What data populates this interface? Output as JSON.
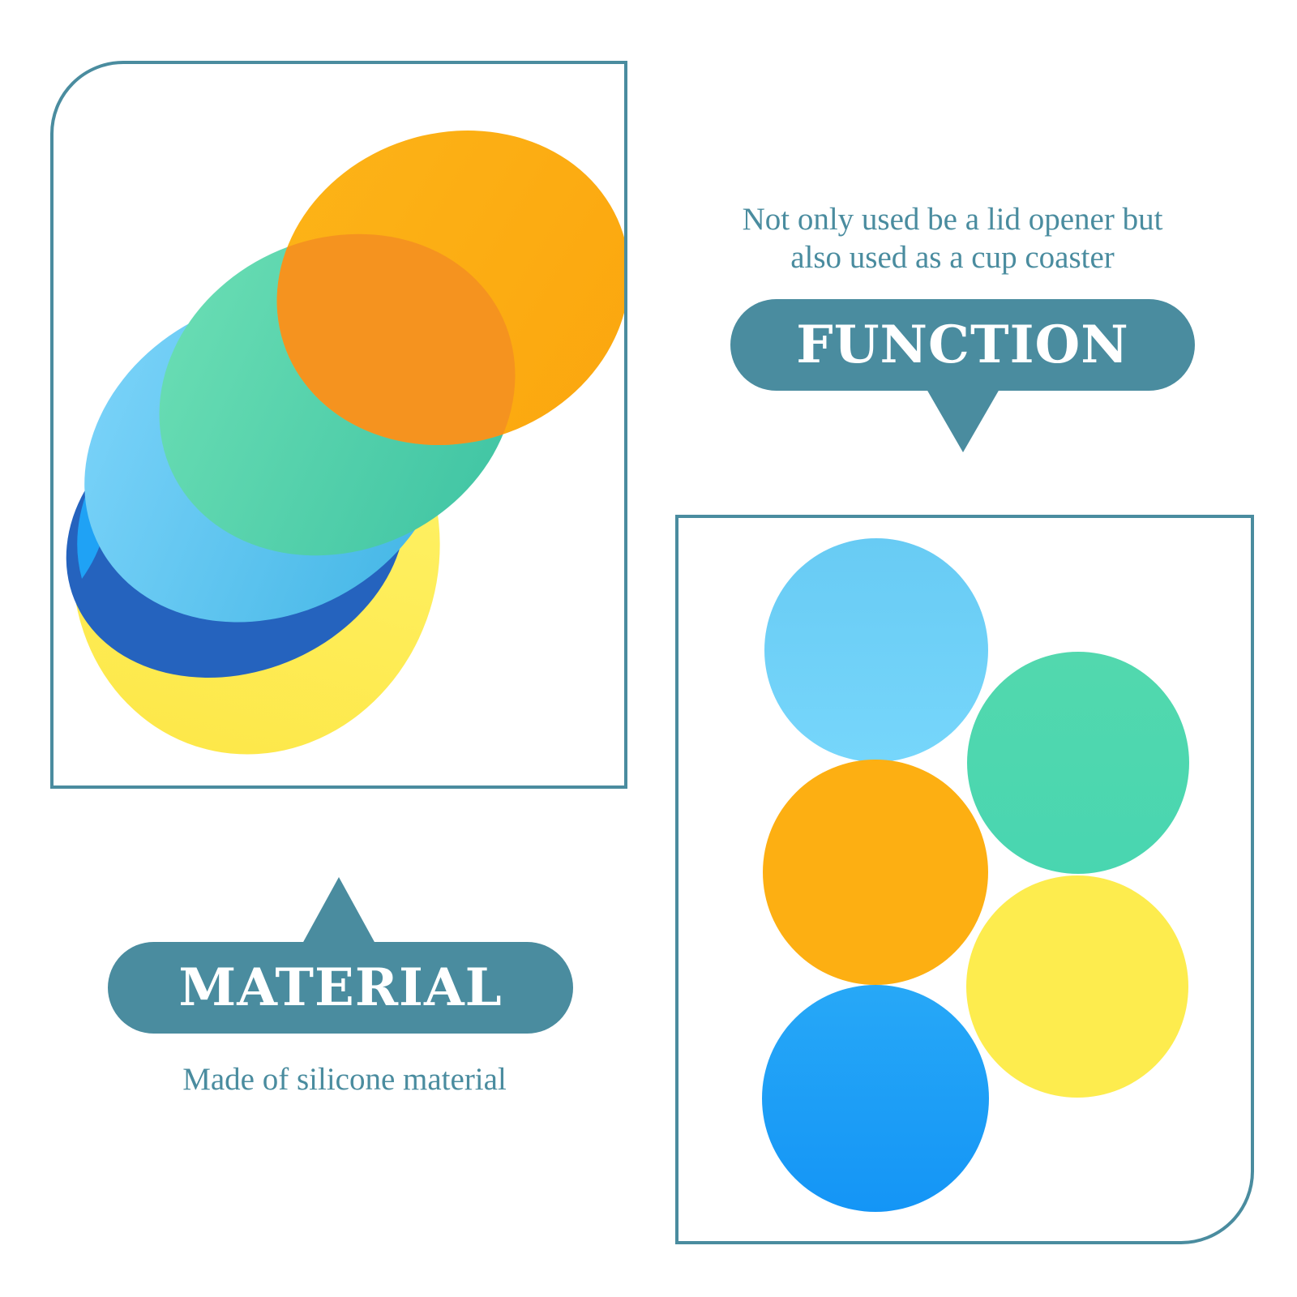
{
  "function_section": {
    "caption": "Not only used be a lid opener but also used as a cup coaster",
    "label": "FUNCTION"
  },
  "material_section": {
    "caption": "Made of silicone material",
    "label": "MATERIAL"
  },
  "colors": {
    "accent": "#4a8c9f",
    "orange": "#fdaf12",
    "orange_overlap": "#f5931f",
    "green": "#4fd6ad",
    "sky_blue": "#6ecdf5",
    "blue": "#1fa2f5",
    "dark_blue": "#2563be",
    "yellow": "#fdeb4c"
  }
}
